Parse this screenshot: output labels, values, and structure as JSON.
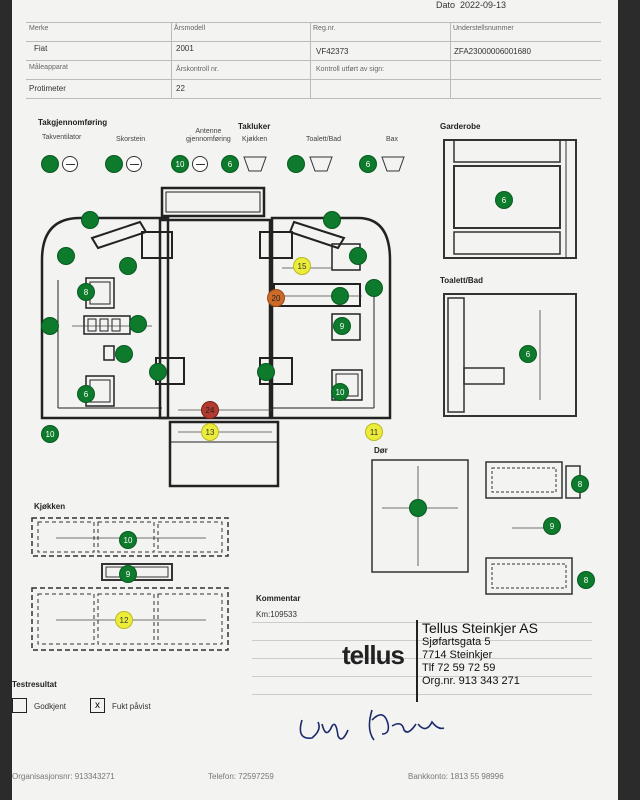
{
  "header": {
    "date_label": "Dato",
    "date_value": "2022-09-13",
    "labels": [
      "Merke",
      "Årsmodell",
      "Reg.nr.",
      "Understellsnummer",
      "Måleapparat",
      "Årskontroll nr.",
      "Kontroll utført av sign:",
      "Protimeter"
    ],
    "values": [
      "Fiat",
      "2001",
      "VF42373",
      "ZFA23000006001680",
      "22"
    ]
  },
  "roof": {
    "heading": "Takgjennomføring",
    "hatch_heading": "Takluker",
    "items": [
      "Takventilator",
      "Skorstein",
      "Antenne",
      "gjennomføring",
      "Kjøkken",
      "Toalett/Bad",
      "Bax"
    ],
    "readings": {
      "antenne": "10",
      "kjokken": "6",
      "bax": "6"
    }
  },
  "plan": {
    "readings": [
      "15",
      "8",
      "20",
      "9",
      "6",
      "10",
      "24",
      "10",
      "13",
      "11"
    ]
  },
  "wardrobe": {
    "heading": "Garderobe",
    "reading": "6"
  },
  "bathroom": {
    "heading": "Toalett/Bad",
    "reading": "6"
  },
  "door": {
    "heading": "Dør",
    "readings": [
      "8",
      "9",
      "8"
    ]
  },
  "kitchen": {
    "heading": "Kjøkken",
    "readings": [
      "10",
      "9",
      "12"
    ]
  },
  "comment": {
    "heading": "Kommentar",
    "text": "Km:109533"
  },
  "stamp": {
    "logo": "tellus",
    "lines": [
      "Tellus Steinkjer AS",
      "Sjøfartsgata 5",
      "7714 Steinkjer",
      "Tlf 72 59 72 59",
      "Org.nr. 913 343 271"
    ]
  },
  "result": {
    "heading": "Testresultat",
    "options": [
      "Godkjent",
      "Fukt påvist"
    ],
    "checked_mark": "x"
  },
  "footer": {
    "org": "Organisasjonsnr: 913343271",
    "phone": "Telefon: 72597259",
    "bank": "Bankkonto: 1813 55 98996"
  }
}
